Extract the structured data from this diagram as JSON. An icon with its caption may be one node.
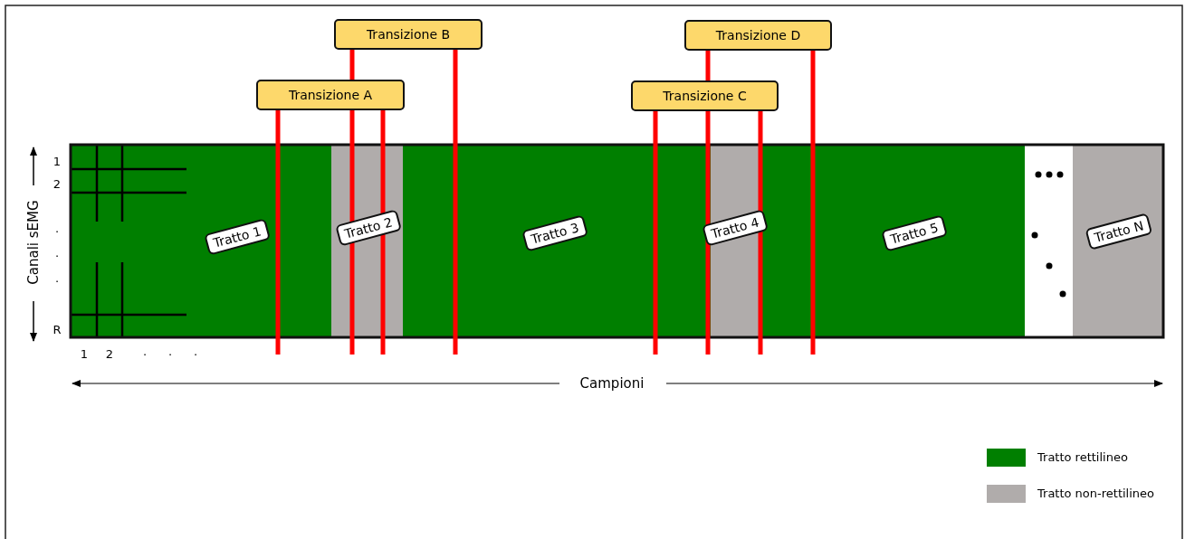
{
  "diagram": {
    "nodes": [
      {
        "text": [
          "Transizione A"
        ]
      },
      {
        "text": [
          "Transizione B"
        ]
      },
      {
        "text": [
          "Transizione C"
        ]
      },
      {
        "text": [
          "Transizione D"
        ]
      },
      {
        "text": [
          "Tratto 1"
        ]
      },
      {
        "text": [
          "Tratto 2"
        ]
      },
      {
        "text": [
          "Tratto 3"
        ]
      },
      {
        "text": [
          "Tratto 4"
        ]
      },
      {
        "text": [
          "Tratto 5"
        ]
      },
      {
        "text": [
          "Tratto N"
        ]
      }
    ],
    "edges": [
      {
        "from": 0,
        "to": null,
        "arrow": "none"
      },
      {
        "from": 0,
        "to": null,
        "arrow": "none"
      },
      {
        "from": 1,
        "to": null,
        "arrow": "none"
      },
      {
        "from": 1,
        "to": null,
        "arrow": "none"
      },
      {
        "from": 2,
        "to": null,
        "arrow": "none"
      },
      {
        "from": 2,
        "to": null,
        "arrow": "none"
      },
      {
        "from": 3,
        "to": null,
        "arrow": "none"
      },
      {
        "from": 3,
        "to": null,
        "arrow": "none"
      }
    ],
    "labels": [
      "1",
      "2",
      ".",
      ".",
      ".",
      "R",
      "Canali sEMG",
      "1",
      "2",
      ".",
      ".",
      ".",
      "Campioni"
    ],
    "legend": [
      {
        "text": "Tratto rettilineo",
        "color": "#007f00"
      },
      {
        "text": "Tratto non-rettilineo",
        "color": "#b0acab"
      }
    ]
  }
}
